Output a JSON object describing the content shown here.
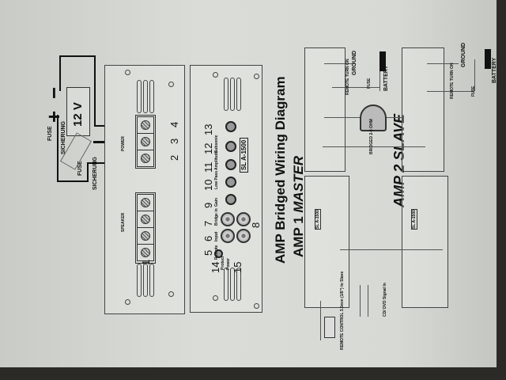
{
  "title": "AMP Bridged Wiring Diagram",
  "subtitle_amp1": "AMP 1",
  "subtitle_amp1_role": "MASTER",
  "subtitle_amp2": "AMP 2 SLAVE",
  "left_diagram": {
    "battery_label": "12 V",
    "plus": "+",
    "minus": "−",
    "fuse_label": "FUSE",
    "sicherung_label": "SICHERUNG",
    "terminal_numbers": [
      "1",
      "2",
      "3",
      "4"
    ],
    "power_label": "POWER",
    "speaker_label": "SPEAKER"
  },
  "input_panel": {
    "numbers": [
      "5",
      "6",
      "7",
      "8",
      "9",
      "10",
      "11",
      "12",
      "13",
      "14",
      "15"
    ],
    "model": "SL A-1500",
    "labels": [
      "Remote",
      "Input",
      "Bridge in",
      "Gain",
      "Low Pass",
      "Amplitude",
      "Subsonic",
      "Protect",
      "Power"
    ]
  },
  "right_diagram": {
    "ground": "GROUND",
    "battery": "BATTERY",
    "remote_turn_on": "REMOTE TURN ON",
    "fuse": "FUSE",
    "bridged": "BRIDGED 2-4 OHM",
    "remote_control": "REMOTE CONTROL 3.5mm (1/8\") to Slave",
    "signal_in": "CD/ DVD Signal In",
    "model_small": "SL A-1500"
  }
}
